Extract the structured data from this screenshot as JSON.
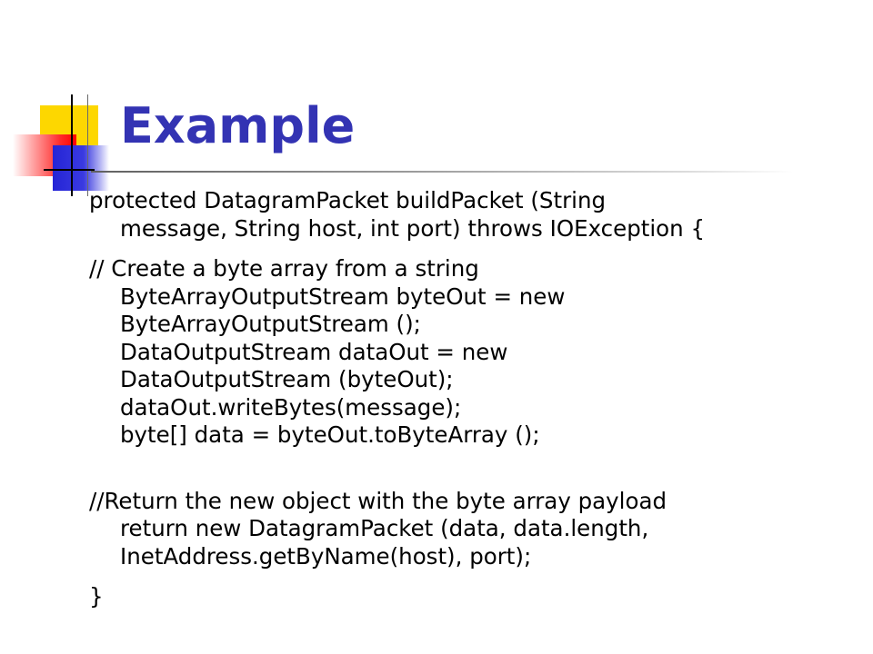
{
  "slide": {
    "title": "Example",
    "paragraphs": [
      {
        "first": "protected DatagramPacket buildPacket (String",
        "cont": [
          "message, String host, int port) throws IOException {"
        ]
      },
      {
        "first": "// Create a byte array from a string",
        "cont": [
          "ByteArrayOutputStream byteOut = new",
          "ByteArrayOutputStream ();",
          "DataOutputStream dataOut = new",
          "DataOutputStream (byteOut);",
          "dataOut.writeBytes(message);",
          "byte[] data = byteOut.toByteArray ();"
        ]
      },
      {
        "first": "//Return the new object with the byte array payload",
        "cont": [
          "return new DatagramPacket (data, data.length,",
          "InetAddress.getByName(host), port);"
        ]
      }
    ],
    "closing": "}"
  },
  "colors": {
    "title": "#3333b3",
    "accent_yellow": "#fdd700",
    "accent_red": "#ff0000",
    "accent_blue": "#2424d6"
  }
}
